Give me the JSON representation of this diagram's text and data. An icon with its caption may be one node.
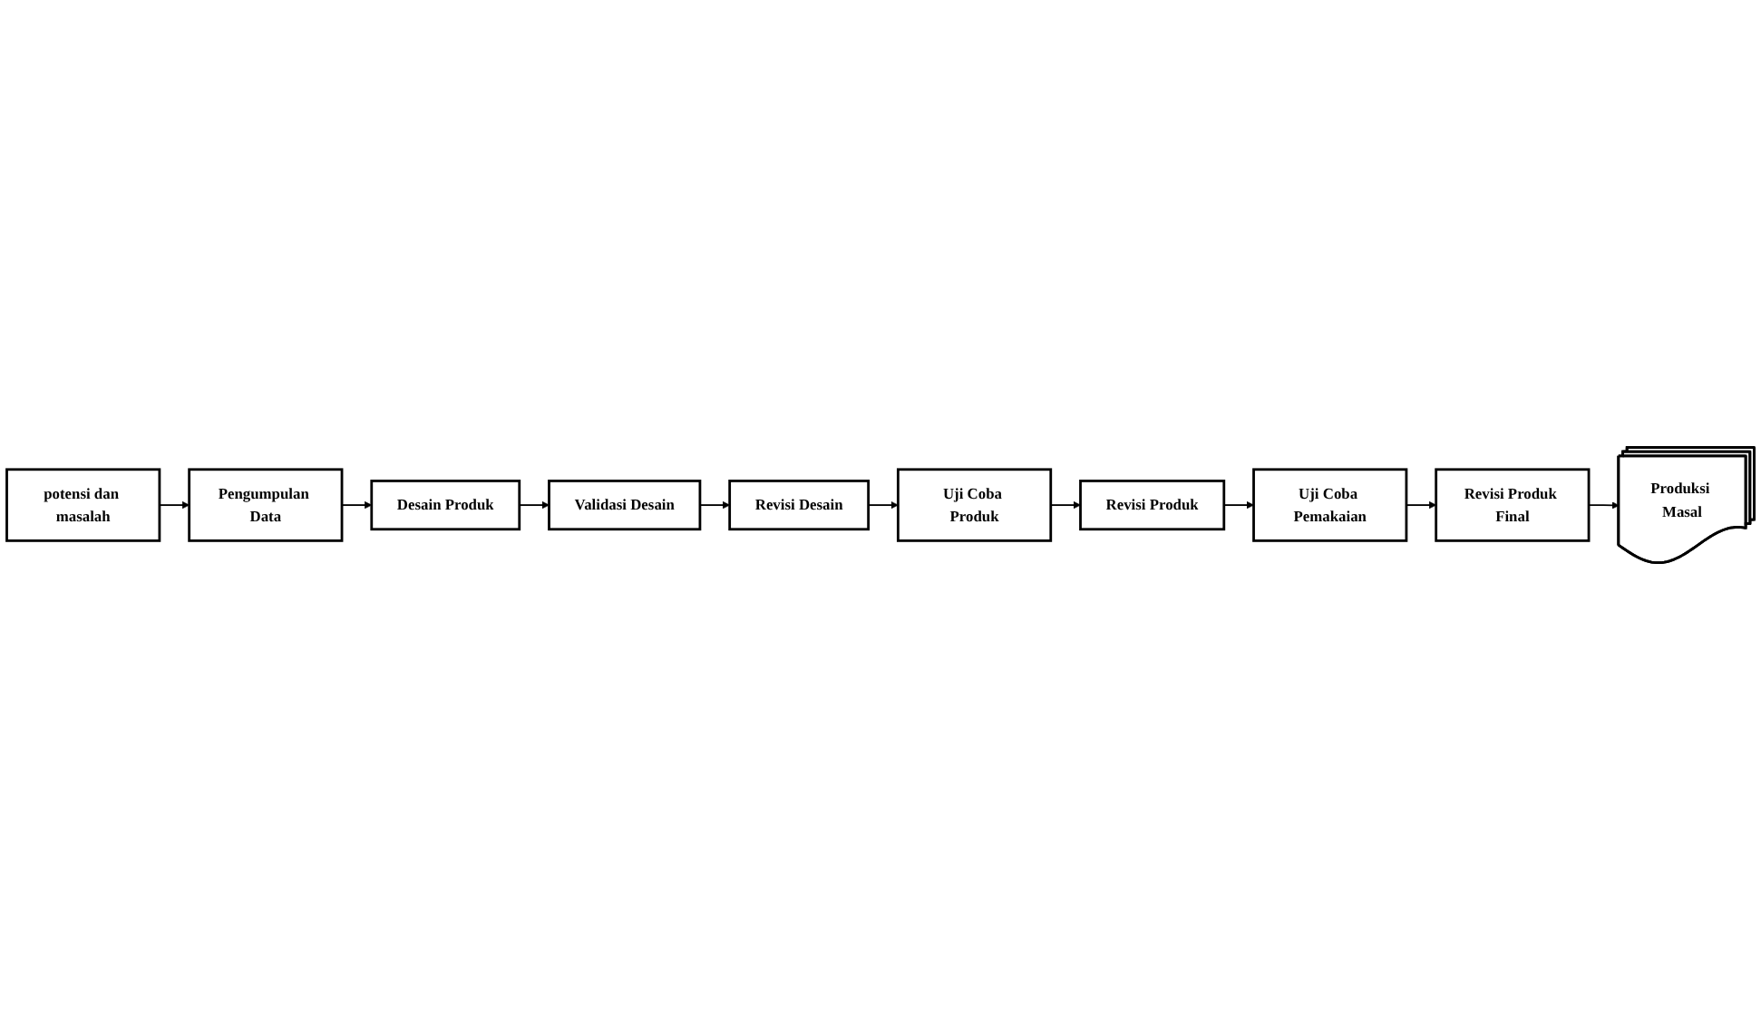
{
  "diagram": {
    "nodes": [
      {
        "text": [
          "potensi dan masalah"
        ]
      },
      {
        "text": [
          "Pengumpulan Data"
        ]
      },
      {
        "text": [
          "Desain Produk"
        ]
      },
      {
        "text": [
          "Validasi Desain"
        ]
      },
      {
        "text": [
          "Revisi Desain"
        ]
      },
      {
        "text": [
          "Uji Coba Produk"
        ]
      },
      {
        "text": [
          "Revisi Produk"
        ]
      },
      {
        "text": [
          "Uji Coba Pemakaian"
        ]
      },
      {
        "text": [
          "Revisi Produk Final"
        ]
      },
      {
        "text": [
          "Produksi Masal"
        ]
      }
    ],
    "edges": [
      {
        "from": 0,
        "to": 1,
        "arrow": "to"
      },
      {
        "from": 1,
        "to": 2,
        "arrow": "to"
      },
      {
        "from": 2,
        "to": 3,
        "arrow": "to"
      },
      {
        "from": 3,
        "to": 4,
        "arrow": "to"
      },
      {
        "from": 4,
        "to": 5,
        "arrow": "to"
      },
      {
        "from": 5,
        "to": 6,
        "arrow": "to"
      },
      {
        "from": 6,
        "to": 7,
        "arrow": "to"
      },
      {
        "from": 7,
        "to": 8,
        "arrow": "to"
      },
      {
        "from": 8,
        "to": 9,
        "arrow": "to"
      }
    ]
  }
}
